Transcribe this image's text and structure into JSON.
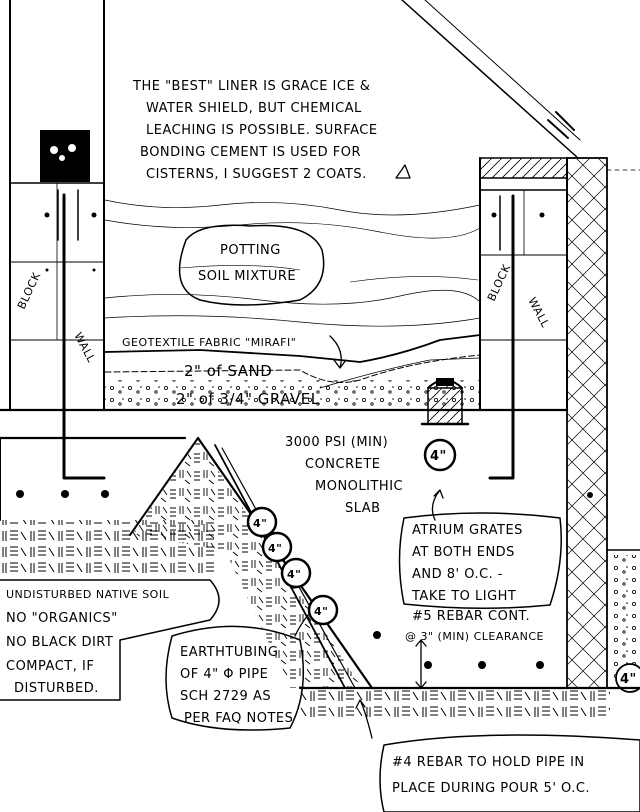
{
  "notes": {
    "liner": [
      "THE \"BEST\" LINER IS GRACE ICE &",
      "WATER SHIELD, BUT CHEMICAL",
      "LEACHING IS POSSIBLE. SURFACE",
      "BONDING CEMENT IS USED FOR",
      "CISTERNS, I SUGGEST 2 COATS."
    ]
  },
  "labels": {
    "potting_soil": [
      "POTTING",
      "SOIL MIXTURE"
    ],
    "block_wall_left": "BLOCK",
    "wall_left": "WALL",
    "block_wall_right": "BLOCK",
    "wall_right": "WALL",
    "geotextile": "GEOTEXTILE FABRIC \"MIRAFI\"",
    "sand": "2\" of SAND",
    "gravel": "2\" of 3/4\" GRAVEL",
    "concrete": [
      "3000 PSI (MIN)",
      "CONCRETE",
      "MONOLITHIC",
      "SLAB"
    ],
    "pipe_size": "4\"",
    "atrium": [
      "ATRIUM GRATES",
      "AT BOTH ENDS",
      "AND 8' O.C. -",
      "TAKE TO LIGHT"
    ],
    "rebar5": [
      "#5 REBAR CONT.",
      "@ 3\" (MIN) CLEARANCE"
    ],
    "soil": [
      "UNDISTURBED NATIVE SOIL",
      "NO \"ORGANICS\"",
      "NO BLACK DIRT",
      "COMPACT, IF",
      "DISTURBED."
    ],
    "earthtubing": [
      "EARTHTUBING",
      "OF 4\" Φ PIPE",
      "SCH 2729 AS",
      "PER FAQ NOTES"
    ],
    "rebar4": [
      "#4 REBAR TO HOLD PIPE IN",
      "PLACE DURING POUR 5' O.C."
    ]
  }
}
